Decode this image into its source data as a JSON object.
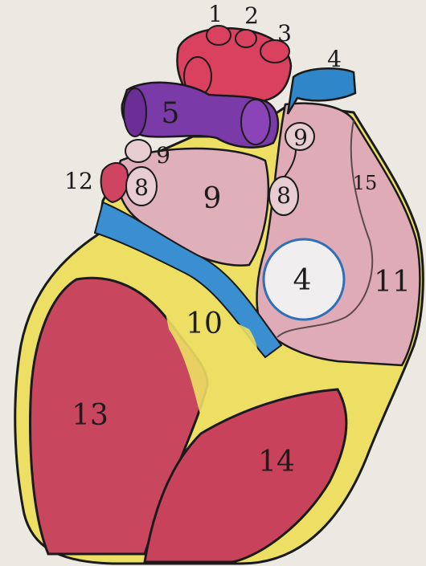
{
  "labels": {
    "l1": "1",
    "l2": "2",
    "l3": "3",
    "l4_top": "4",
    "l5": "5",
    "l9_left": "9",
    "l9_right": "9",
    "l12": "12",
    "l8_left": "8",
    "l9_center": "9",
    "l8_right": "8",
    "l15": "15",
    "l4_circle": "4",
    "l11": "11",
    "l10": "10",
    "l13": "13",
    "l14": "14"
  },
  "colors": {
    "paper": "#ece9e2",
    "outline": "#1a1a1a",
    "pink_tissue": "#dcaab4",
    "muscle_red": "#c7425f",
    "aorta_red": "#d8405e",
    "purple": "#7a3aa8",
    "blue": "#2f86c8",
    "yellow": "#efe35a"
  }
}
